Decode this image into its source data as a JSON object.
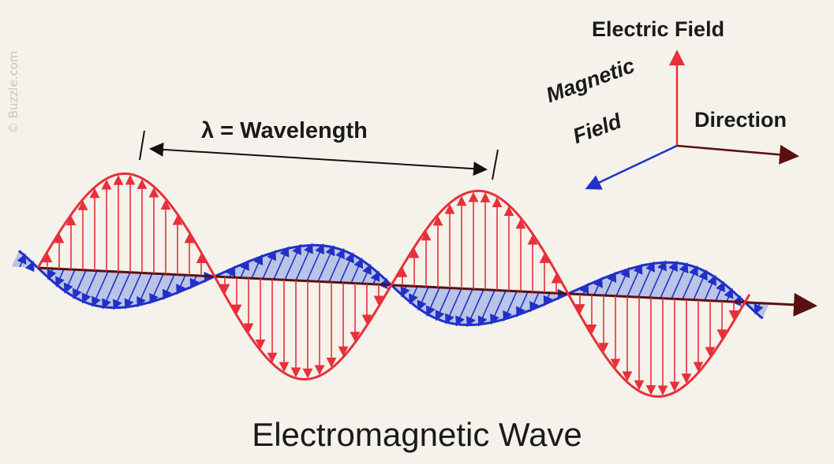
{
  "watermark": "© Buzzle.com",
  "title": "Electromagnetic Wave",
  "labels": {
    "wavelength": "λ = Wavelength",
    "electric_field": "Electric Field",
    "direction": "Direction",
    "magnetic_line1": "Magnetic",
    "magnetic_line2": "Field"
  },
  "colors": {
    "electric": "#e8303a",
    "magnetic": "#2230c8",
    "axis": "#5a1010",
    "magnetic_fill": "#b9c4e6",
    "background": "#f4f2ea"
  },
  "icons": {
    "electric_arrow": "arrow-up-icon",
    "direction_arrow": "arrow-right-icon",
    "magnetic_arrow": "arrow-down-left-icon"
  }
}
